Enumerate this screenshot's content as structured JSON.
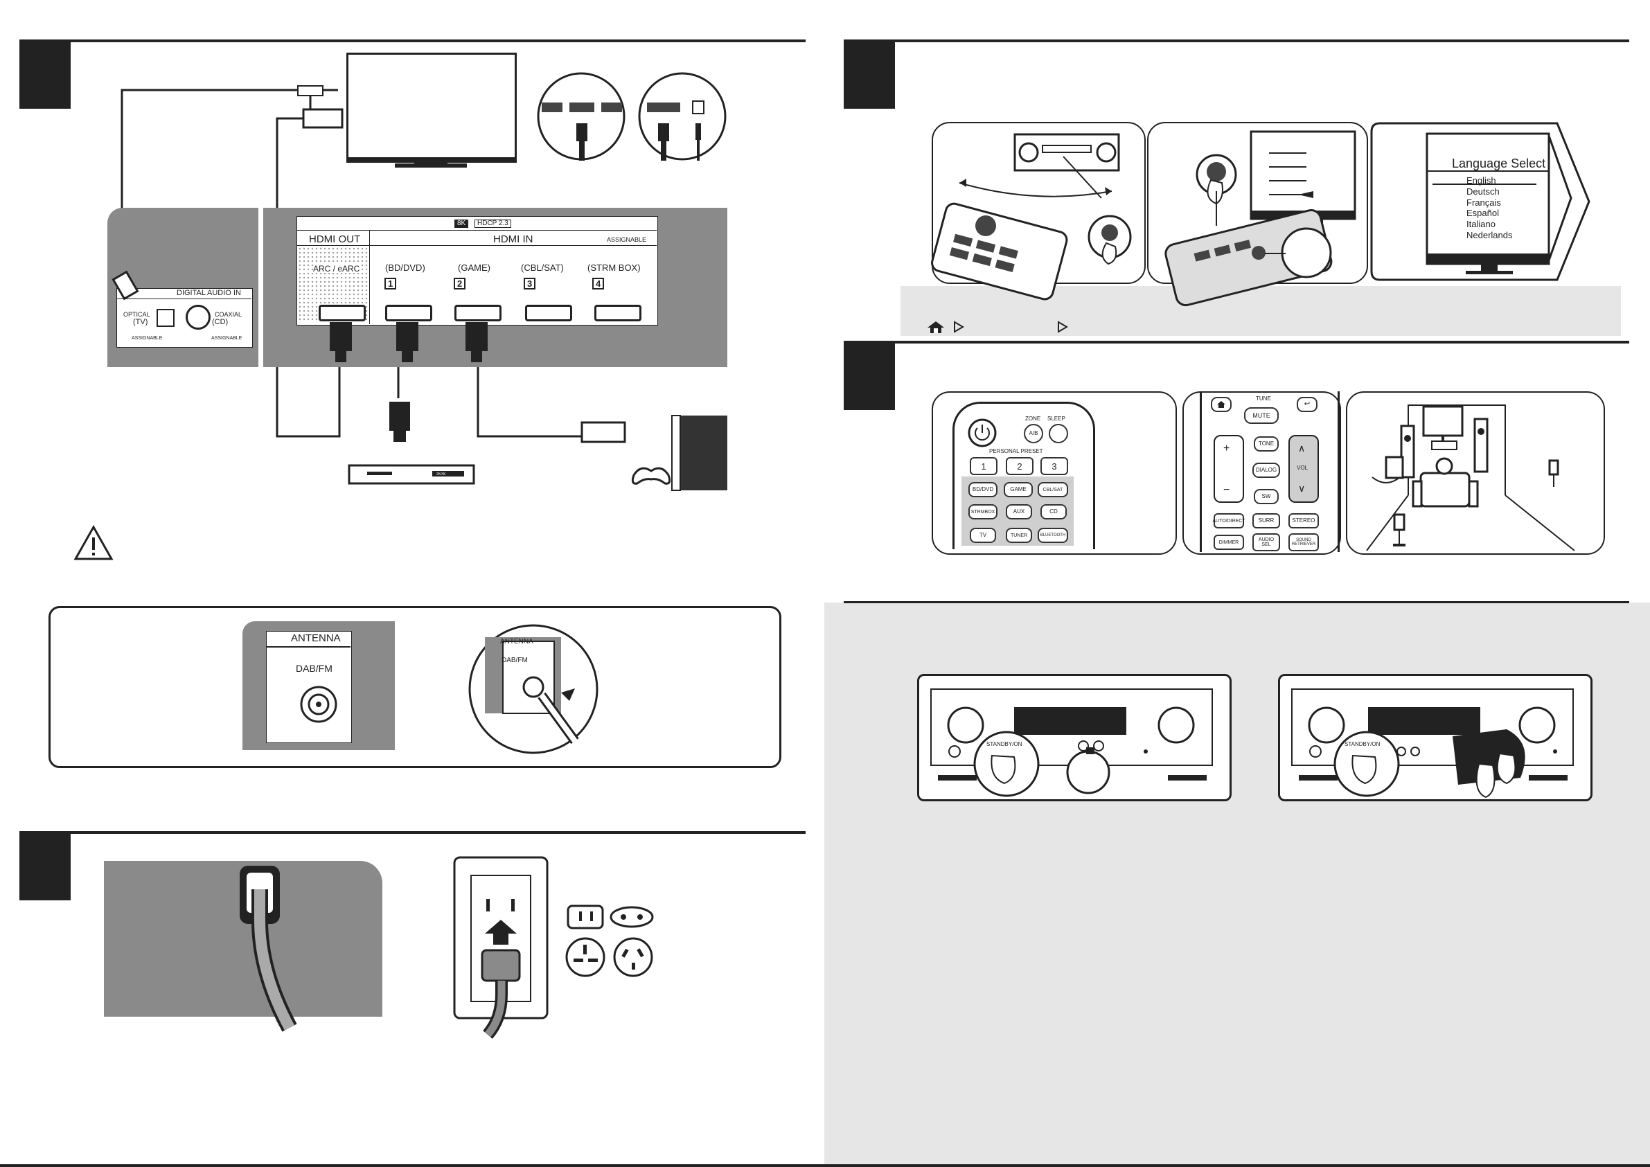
{
  "hdmi_panel": {
    "badge_8k": "8K",
    "badge_hdcp": "HDCP 2.3",
    "hdmi_out": "HDMI OUT",
    "hdmi_in": "HDMI IN",
    "assignable": "ASSIGNABLE",
    "arc": "ARC / eARC",
    "inputs": [
      {
        "num": "1",
        "label": "(BD/DVD)"
      },
      {
        "num": "2",
        "label": "(GAME)"
      },
      {
        "num": "3",
        "label": "(CBL/SAT)"
      },
      {
        "num": "4",
        "label": "(STRM BOX)"
      }
    ]
  },
  "digital_audio": {
    "title": "DIGITAL AUDIO IN",
    "optical": "OPTICAL",
    "optical_sub": "(TV)",
    "coaxial": "COAXIAL",
    "coaxial_sub": "(CD)",
    "assignable": "ASSIGNABLE"
  },
  "player_label": "2K/4K",
  "antenna": {
    "title": "ANTENNA",
    "band": "DAB/FM",
    "zoom_title": "ANTENNA",
    "zoom_band": "DAB/FM"
  },
  "language_select": {
    "title": "Language Select",
    "items": [
      "English",
      "Deutsch",
      "Français",
      "Español",
      "Italiano",
      "Nederlands"
    ]
  },
  "remote_top": {
    "zone": "ZONE",
    "zone_btn": "A/B",
    "sleep": "SLEEP",
    "personal_preset": "PERSONAL PRESET",
    "presets": [
      "1",
      "2",
      "3"
    ],
    "inputs": [
      "BD/DVD",
      "GAME",
      "CBL/SAT",
      "STRMBOX",
      "AUX",
      "CD",
      "TV",
      "TUNER",
      "BLUETOOTH"
    ]
  },
  "remote_mid": {
    "tune": "TUNE",
    "mute": "MUTE",
    "tone": "TONE",
    "dialog": "DIALOG",
    "sw": "SW",
    "vol": "VOL",
    "plus": "+",
    "minus": "−",
    "modes": [
      "AUTO/DIRECT",
      "SURR",
      "STEREO",
      "DIMMER",
      "AUDIO SEL",
      "SOUND RETRIEVER"
    ]
  },
  "receiver_front": {
    "standby": "STANDBY/ON"
  },
  "colors": {
    "panel_grey": "#8a8a8a",
    "dark": "#222222",
    "light_grey": "#e6e6e6",
    "button_grey": "#cfcfcf"
  }
}
